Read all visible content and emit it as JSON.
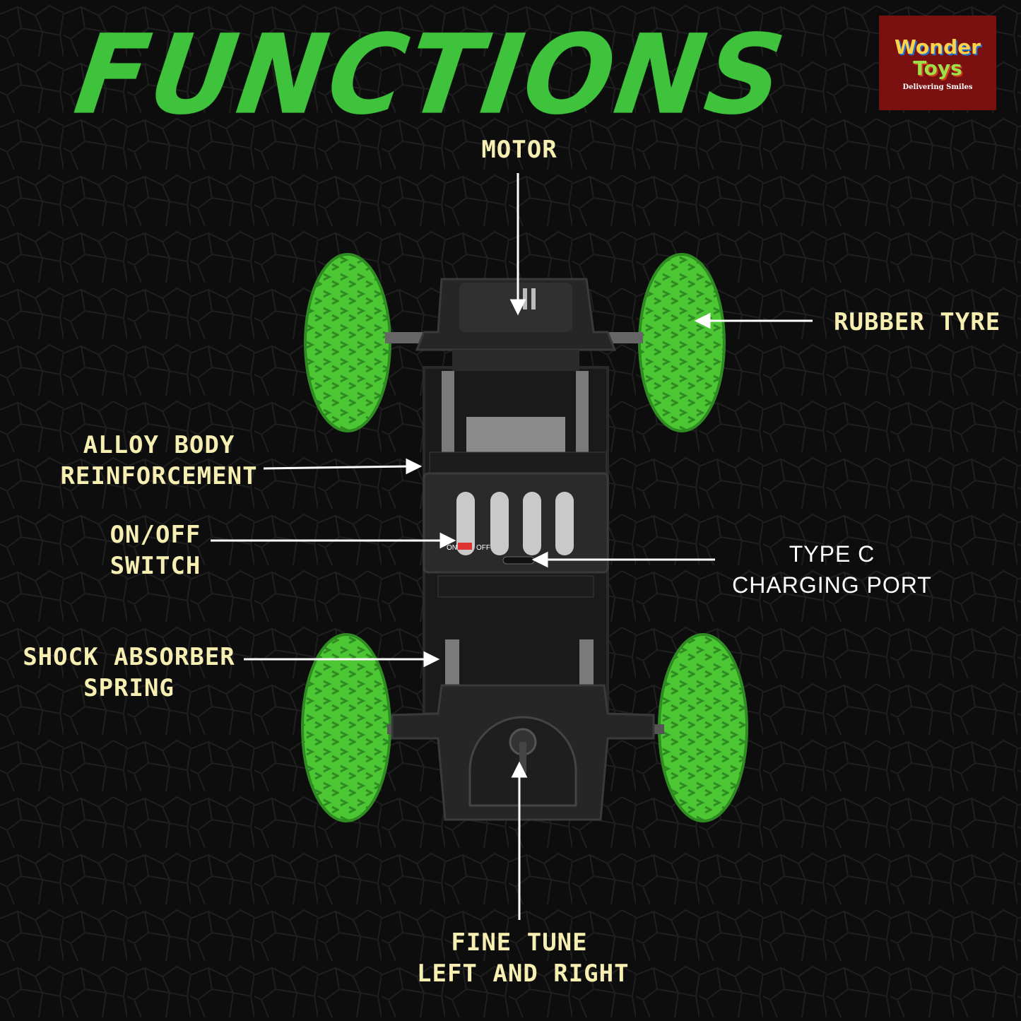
{
  "title": "FUNCTIONS",
  "logo": {
    "word1": "Wonder",
    "word2": "Toys",
    "tagline": "Delivering Smiles"
  },
  "labels": {
    "motor": "MOTOR",
    "rubber_tyre": "RUBBER TYRE",
    "alloy_line1": "ALLOY BODY",
    "alloy_line2": "REINFORCEMENT",
    "switch_line1": "ON/OFF",
    "switch_line2": "SWITCH",
    "typec_line1": "TYPE C",
    "typec_line2": "CHARGING PORT",
    "shock_line1": "SHOCK ABSORBER",
    "shock_line2": "SPRING",
    "fine_line1": "FINE TUNE",
    "fine_line2": "LEFT AND RIGHT"
  },
  "switch_text": {
    "on": "ON",
    "off": "OFF"
  },
  "colors": {
    "background": "#0d0d0d",
    "title_green": "#3fc23c",
    "tyre_green": "#4cc733",
    "label_cream": "#f6efb1",
    "logo_red": "#7a1010"
  }
}
